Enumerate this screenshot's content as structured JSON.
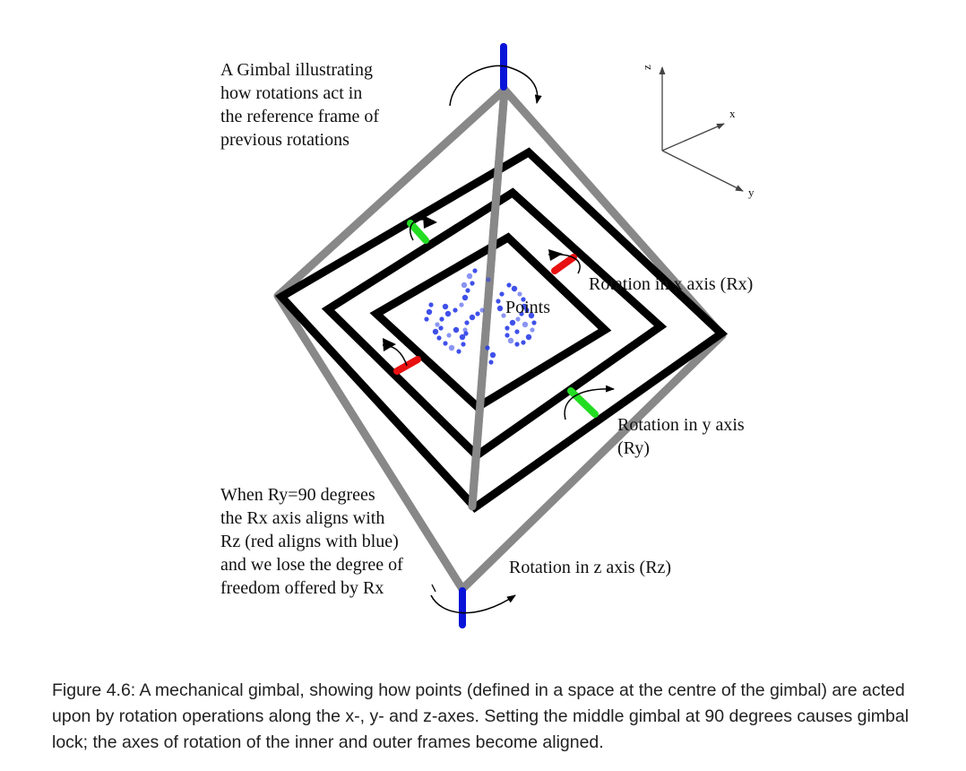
{
  "diagram": {
    "intro_lines": [
      "A Gimbal illustrating",
      "how rotations act in",
      "the reference frame of",
      "previous rotations"
    ],
    "axes": {
      "z": "z",
      "x": "x",
      "y": "y"
    },
    "points_label": "Points",
    "rx_label": "Rotation in x axis (Rx)",
    "ry_label_lines": [
      "Rotation in y axis",
      "(Ry)"
    ],
    "rz_label": "Rotation in z axis (Rz)",
    "lock_lines": [
      "When Ry=90 degrees",
      "the Rx axis aligns with",
      "Rz (red aligns with blue)",
      "and we lose the degree of",
      "freedom offered by Rx"
    ],
    "colors": {
      "outer_frame": "#888888",
      "inner_frames": "#000000",
      "z_axle": "#0a14d8",
      "x_axle": "#e81010",
      "y_axle": "#22dd22",
      "points": "#2a3de8"
    }
  },
  "caption": "Figure 4.6: A mechanical gimbal, showing how points (defined in a space at the centre of the gimbal) are acted upon by rotation operations along the x-, y- and z-axes. Setting the middle gimbal at 90 degrees causes gimbal lock; the axes of rotation of the inner and outer frames become aligned."
}
